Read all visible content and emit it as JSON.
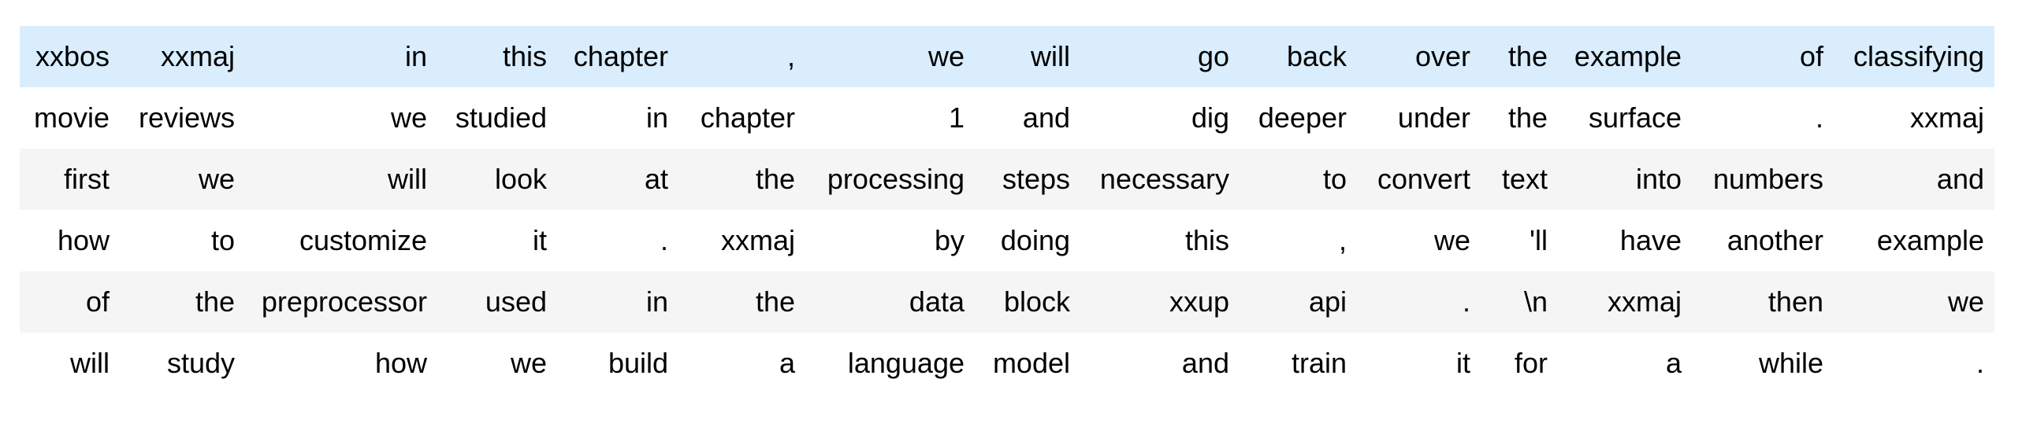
{
  "table": {
    "description_label": "tokenized-text-batch-table",
    "hovered_row_index": 0,
    "num_rows": 6,
    "num_cols": 15,
    "rows": [
      [
        "xxbos",
        "xxmaj",
        "in",
        "this",
        "chapter",
        ",",
        "we",
        "will",
        "go",
        "back",
        "over",
        "the",
        "example",
        "of",
        "classifying"
      ],
      [
        "movie",
        "reviews",
        "we",
        "studied",
        "in",
        "chapter",
        "1",
        "and",
        "dig",
        "deeper",
        "under",
        "the",
        "surface",
        ".",
        "xxmaj"
      ],
      [
        "first",
        "we",
        "will",
        "look",
        "at",
        "the",
        "processing",
        "steps",
        "necessary",
        "to",
        "convert",
        "text",
        "into",
        "numbers",
        "and"
      ],
      [
        "how",
        "to",
        "customize",
        "it",
        ".",
        "xxmaj",
        "by",
        "doing",
        "this",
        ",",
        "we",
        "'ll",
        "have",
        "another",
        "example"
      ],
      [
        "of",
        "the",
        "preprocessor",
        "used",
        "in",
        "the",
        "data",
        "block",
        "xxup",
        "api",
        ".",
        "\\n",
        "xxmaj",
        "then",
        "we"
      ],
      [
        "will",
        "study",
        "how",
        "we",
        "build",
        "a",
        "language",
        "model",
        "and",
        "train",
        "it",
        "for",
        "a",
        "while",
        "."
      ]
    ]
  },
  "colors": {
    "page_bg": "#ffffff",
    "hovered_row_bg": "#d9edfd",
    "odd_row_bg": "#f5f5f5",
    "even_row_bg": "#ffffff",
    "text": "#000000"
  }
}
